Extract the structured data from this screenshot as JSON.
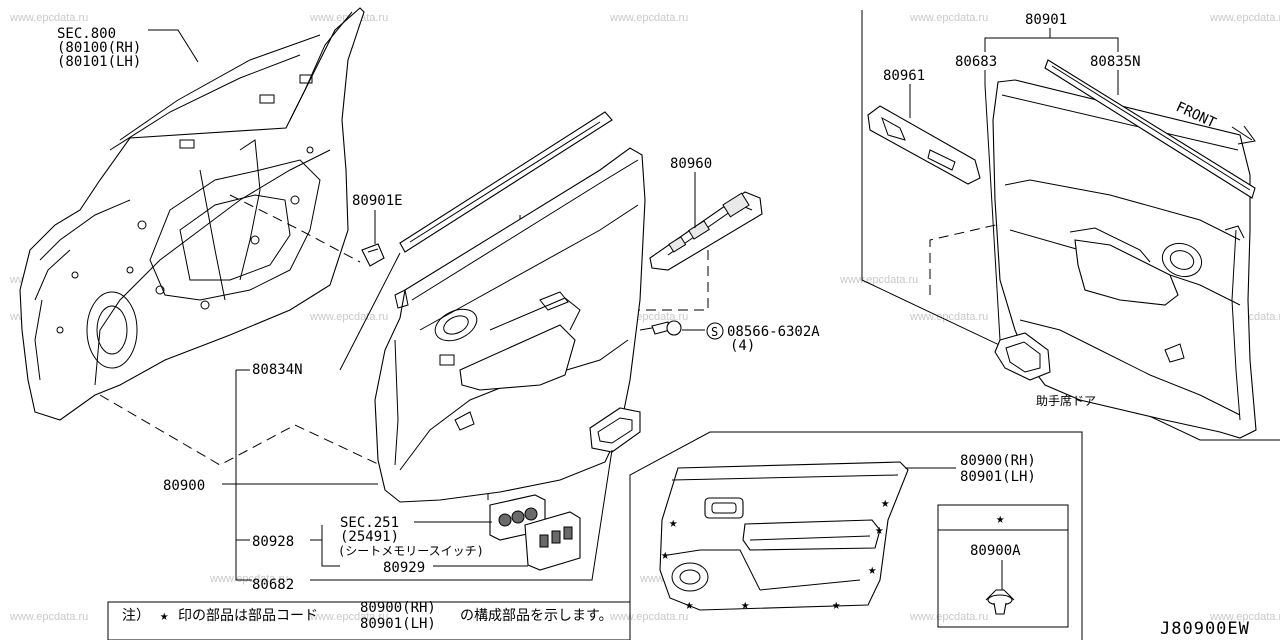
{
  "watermark": "www.epcdata.ru",
  "labels": {
    "sec800": "SEC.800",
    "sec800_rh": "(80100(RH)",
    "sec800_lh": "(80101(LH)",
    "p80901E": "80901E",
    "p80960": "80960",
    "p80834N": "80834N",
    "screw": "08566-6302A",
    "screw_qty": "(4)",
    "screw_sym": "S",
    "p80900": "80900",
    "p80928": "80928",
    "sec251": "SEC.251",
    "sec251_num": "(25491)",
    "sec251_desc": "(シートメモリースイッチ)",
    "p80929": "80929",
    "p80682": "80682",
    "p80901_top": "80901",
    "p80961": "80961",
    "p80683": "80683",
    "p80835N": "80835N",
    "front": "FRONT",
    "passenger_door": "助手席ドア",
    "inset_rh": "80900(RH)",
    "inset_lh": "80901(LH)",
    "star_part": "80900A",
    "note_prefix": "注）",
    "note_star": "★",
    "note_mid": "印の部品は部品コード",
    "note_rh": "80900(RH)",
    "note_lh": "80901(LH)",
    "note_suffix": "の構成部品を示します。",
    "drawing_code": "J80900EW"
  }
}
